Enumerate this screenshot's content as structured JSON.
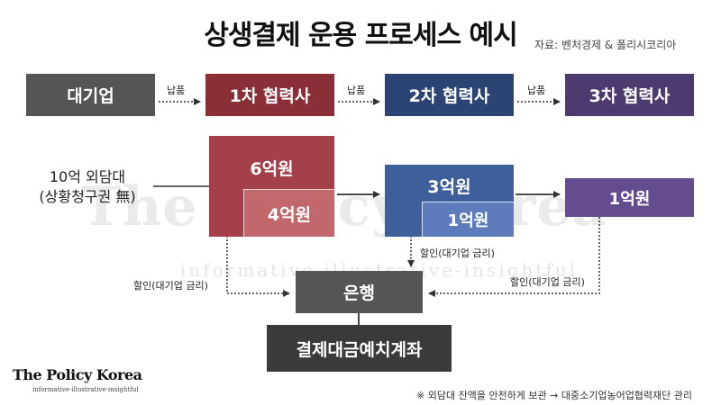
{
  "title": "상생결제 운용 프로세스 예시",
  "source": "자료: 벤처경제 & 폴리시코리아",
  "top_row": {
    "boxes": [
      {
        "label": "대기업",
        "color": "#555555"
      },
      {
        "label": "1차 협력사",
        "color": "#8a2f37"
      },
      {
        "label": "2차 협력사",
        "color": "#2c4473"
      },
      {
        "label": "3차 협력사",
        "color": "#4d3a6e"
      }
    ],
    "arrow_label": "납품"
  },
  "left_note": {
    "line1": "10억 외담대",
    "line2": "(상황청구권 無)"
  },
  "amounts": {
    "tier1_outer": "6억원",
    "tier1_inner": "4억원",
    "tier2_outer": "3억원",
    "tier2_inner": "1억원",
    "tier3": "1억원"
  },
  "discount_label": "할인(대기업 금리)",
  "bank": "은행",
  "account": "결제대금예치계좌",
  "watermark": {
    "main": "The Policy Korea",
    "sub": "informative-illustrative-insightful"
  },
  "logo": {
    "name": "The Policy Korea",
    "tagline": "informative-illustrative-insightful"
  },
  "footnote": "※ 외담대 잔액을 안전하게 보관 → 대중소기업농어업협력재단 관리",
  "colors": {
    "gray": "#555555",
    "red": "#8a2f37",
    "red_mid": "#a3404a",
    "red_light": "#c2686d",
    "blue": "#2c4473",
    "blue_mid": "#3f5e9c",
    "blue_light": "#5e7cbb",
    "purple": "#4d3a6e",
    "purple_mid": "#644d8e",
    "bank": "#555555",
    "account": "#3a3a3a"
  }
}
